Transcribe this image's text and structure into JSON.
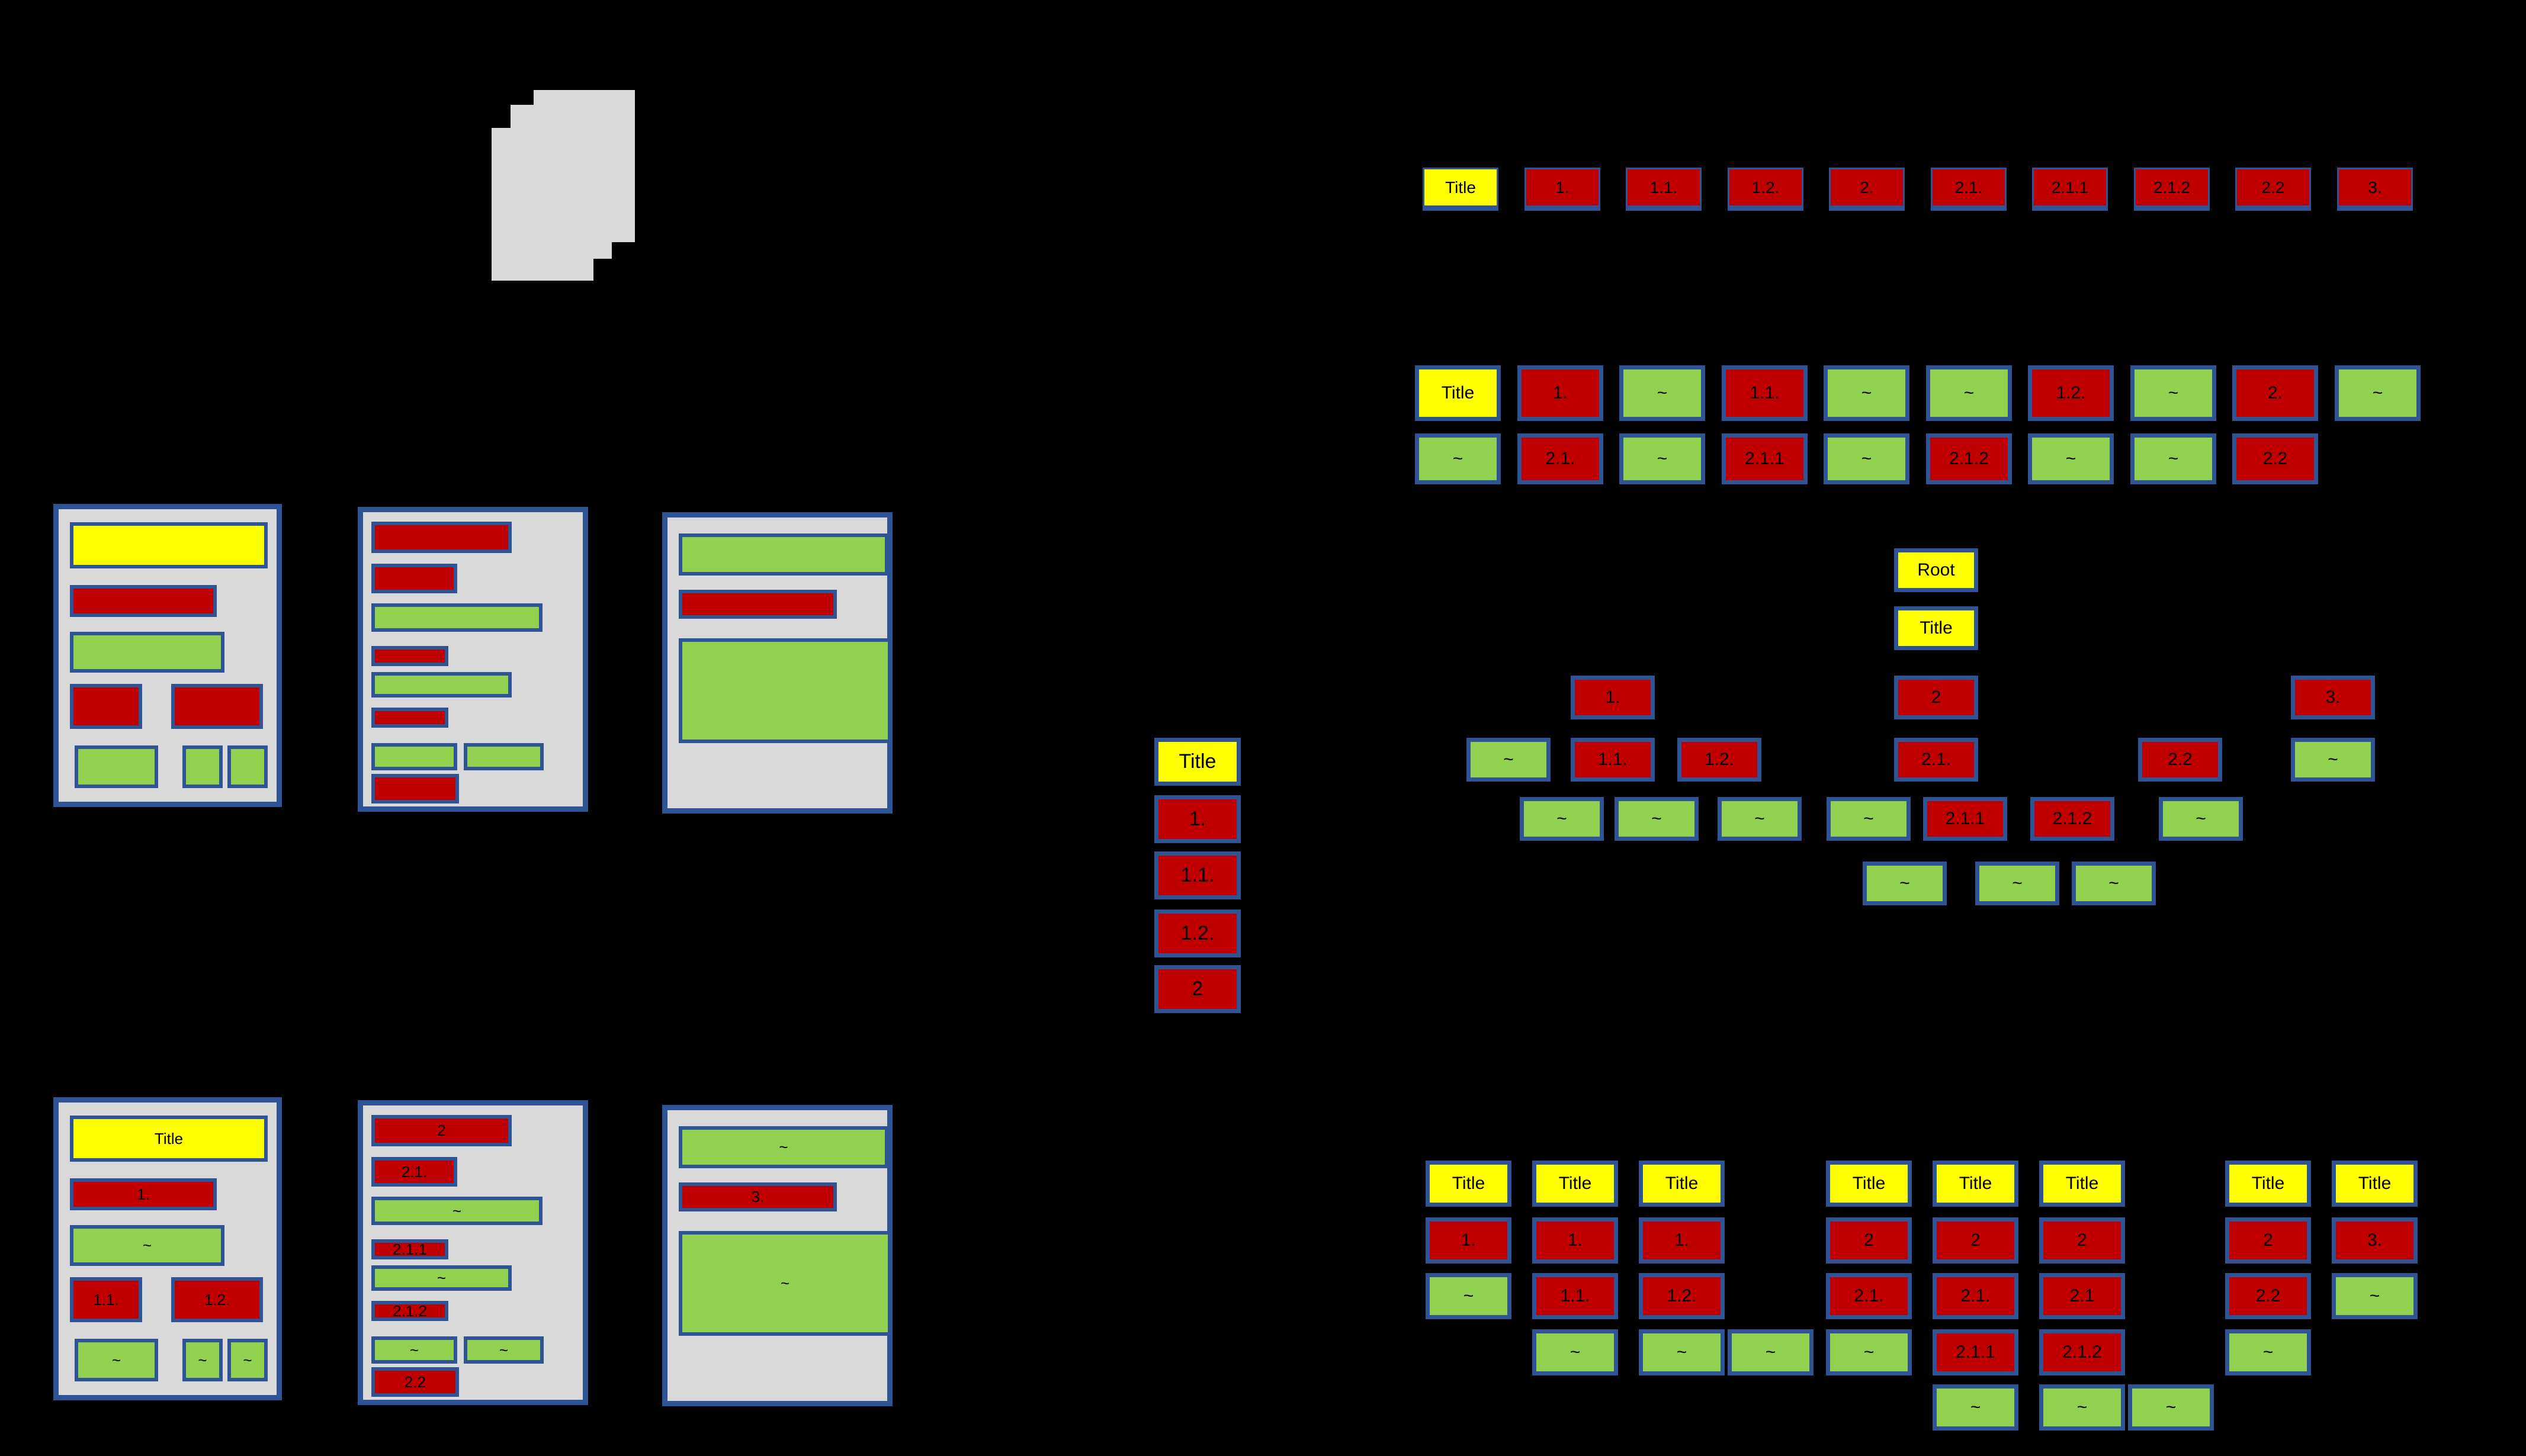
{
  "colors": {
    "background": "#000000",
    "border": "#2F5496",
    "page_fill": "#D9D9D9",
    "title_fill": "#FFFF00",
    "heading_fill": "#C00000",
    "content_fill": "#92D050",
    "text": "#000000"
  },
  "document_stack": {
    "icon": "document-stack-icon",
    "page_count": 3
  },
  "sequence_row": {
    "items": [
      {
        "label": "Title",
        "type": "title"
      },
      {
        "label": "1.",
        "type": "heading"
      },
      {
        "label": "1.1.",
        "type": "heading"
      },
      {
        "label": "1.2.",
        "type": "heading"
      },
      {
        "label": "2.",
        "type": "heading"
      },
      {
        "label": "2.1.",
        "type": "heading"
      },
      {
        "label": "2.1.1",
        "type": "heading"
      },
      {
        "label": "2.1.2",
        "type": "heading"
      },
      {
        "label": "2.2",
        "type": "heading"
      },
      {
        "label": "3.",
        "type": "heading"
      }
    ]
  },
  "wrapped_rows": {
    "rows": [
      {
        "items": [
          {
            "label": "Title",
            "type": "title"
          },
          {
            "label": "1.",
            "type": "heading"
          },
          {
            "label": "~",
            "type": "content"
          },
          {
            "label": "1.1.",
            "type": "heading"
          },
          {
            "label": "~",
            "type": "content"
          },
          {
            "label": "~",
            "type": "content"
          },
          {
            "label": "1.2.",
            "type": "heading"
          },
          {
            "label": "~",
            "type": "content"
          },
          {
            "label": "2.",
            "type": "heading"
          },
          {
            "label": "~",
            "type": "content"
          }
        ]
      },
      {
        "items": [
          {
            "label": "~",
            "type": "content"
          },
          {
            "label": "2.1.",
            "type": "heading"
          },
          {
            "label": "~",
            "type": "content"
          },
          {
            "label": "2.1.1",
            "type": "heading"
          },
          {
            "label": "~",
            "type": "content"
          },
          {
            "label": "2.1.2",
            "type": "heading"
          },
          {
            "label": "~",
            "type": "content"
          },
          {
            "label": "~",
            "type": "content"
          },
          {
            "label": "2.2",
            "type": "heading"
          }
        ]
      }
    ]
  },
  "tree": {
    "levels": [
      {
        "nodes": [
          {
            "label": "Root",
            "type": "title"
          }
        ]
      },
      {
        "nodes": [
          {
            "label": "Title",
            "type": "title"
          }
        ]
      },
      {
        "nodes": [
          {
            "label": "1.",
            "type": "heading"
          },
          {
            "label": "2",
            "type": "heading"
          },
          {
            "label": "3.",
            "type": "heading"
          }
        ]
      },
      {
        "nodes": [
          {
            "label": "~",
            "type": "content"
          },
          {
            "label": "1.1.",
            "type": "heading"
          },
          {
            "label": "1.2.",
            "type": "heading"
          },
          {
            "label": "2.1.",
            "type": "heading"
          },
          {
            "label": "2.2",
            "type": "heading"
          },
          {
            "label": "~",
            "type": "content"
          }
        ]
      },
      {
        "nodes": [
          {
            "label": "~",
            "type": "content"
          },
          {
            "label": "~",
            "type": "content"
          },
          {
            "label": "~",
            "type": "content"
          },
          {
            "label": "~",
            "type": "content"
          },
          {
            "label": "2.1.1",
            "type": "heading"
          },
          {
            "label": "2.1.2",
            "type": "heading"
          },
          {
            "label": "~",
            "type": "content"
          }
        ]
      },
      {
        "nodes": [
          {
            "label": "~",
            "type": "content"
          },
          {
            "label": "~",
            "type": "content"
          },
          {
            "label": "~",
            "type": "content"
          }
        ]
      }
    ]
  },
  "toc_list": {
    "items": [
      {
        "label": "Title",
        "type": "title"
      },
      {
        "label": "1.",
        "type": "heading"
      },
      {
        "label": "1.1.",
        "type": "heading"
      },
      {
        "label": "1.2.",
        "type": "heading"
      },
      {
        "label": "2",
        "type": "heading"
      }
    ]
  },
  "document_pages": {
    "unlabeled": [
      {
        "blocks": [
          {
            "label": "",
            "type": "title"
          },
          {
            "label": "",
            "type": "heading"
          },
          {
            "label": "",
            "type": "content"
          },
          {
            "label": "",
            "type": "heading"
          },
          {
            "label": "",
            "type": "heading"
          },
          {
            "label": "",
            "type": "content"
          },
          {
            "label": "",
            "type": "content"
          },
          {
            "label": "",
            "type": "content"
          }
        ]
      },
      {
        "blocks": [
          {
            "label": "",
            "type": "heading"
          },
          {
            "label": "",
            "type": "heading"
          },
          {
            "label": "",
            "type": "content"
          },
          {
            "label": "",
            "type": "heading"
          },
          {
            "label": "",
            "type": "content"
          },
          {
            "label": "",
            "type": "heading"
          },
          {
            "label": "",
            "type": "content"
          },
          {
            "label": "",
            "type": "content"
          },
          {
            "label": "",
            "type": "heading"
          }
        ]
      },
      {
        "blocks": [
          {
            "label": "",
            "type": "content"
          },
          {
            "label": "",
            "type": "heading"
          },
          {
            "label": "",
            "type": "content"
          }
        ]
      }
    ],
    "labeled": [
      {
        "blocks": [
          {
            "label": "Title",
            "type": "title"
          },
          {
            "label": "1.",
            "type": "heading"
          },
          {
            "label": "~",
            "type": "content"
          },
          {
            "label": "1.1.",
            "type": "heading"
          },
          {
            "label": "1.2.",
            "type": "heading"
          },
          {
            "label": "~",
            "type": "content"
          },
          {
            "label": "~",
            "type": "content"
          },
          {
            "label": "~",
            "type": "content"
          }
        ]
      },
      {
        "blocks": [
          {
            "label": "2",
            "type": "heading"
          },
          {
            "label": "2.1.",
            "type": "heading"
          },
          {
            "label": "~",
            "type": "content"
          },
          {
            "label": "2.1.1",
            "type": "heading"
          },
          {
            "label": "~",
            "type": "content"
          },
          {
            "label": "2.1.2",
            "type": "heading"
          },
          {
            "label": "~",
            "type": "content"
          },
          {
            "label": "~",
            "type": "content"
          },
          {
            "label": "2.2",
            "type": "heading"
          }
        ]
      },
      {
        "blocks": [
          {
            "label": "~",
            "type": "content"
          },
          {
            "label": "3.",
            "type": "heading"
          },
          {
            "label": "~",
            "type": "content"
          }
        ]
      }
    ]
  },
  "chunk_columns": {
    "columns": [
      {
        "cells": [
          {
            "label": "Title",
            "type": "title"
          },
          {
            "label": "1.",
            "type": "heading"
          },
          {
            "label": "~",
            "type": "content"
          }
        ]
      },
      {
        "cells": [
          {
            "label": "Title",
            "type": "title"
          },
          {
            "label": "1.",
            "type": "heading"
          },
          {
            "label": "1.1.",
            "type": "heading"
          },
          {
            "label": "~",
            "type": "content"
          }
        ]
      },
      {
        "cells": [
          {
            "label": "Title",
            "type": "title"
          },
          {
            "label": "1.",
            "type": "heading"
          },
          {
            "label": "1.2.",
            "type": "heading"
          },
          {
            "label": "~",
            "type": "content"
          },
          {
            "label": "~",
            "type": "content",
            "pair": true
          }
        ]
      },
      {
        "cells": [
          {
            "label": "Title",
            "type": "title"
          },
          {
            "label": "2",
            "type": "heading"
          },
          {
            "label": "2.1.",
            "type": "heading"
          },
          {
            "label": "~",
            "type": "content"
          }
        ]
      },
      {
        "cells": [
          {
            "label": "Title",
            "type": "title"
          },
          {
            "label": "2",
            "type": "heading"
          },
          {
            "label": "2.1.",
            "type": "heading"
          },
          {
            "label": "2.1.1",
            "type": "heading"
          },
          {
            "label": "~",
            "type": "content"
          }
        ]
      },
      {
        "cells": [
          {
            "label": "Title",
            "type": "title"
          },
          {
            "label": "2",
            "type": "heading"
          },
          {
            "label": "2.1",
            "type": "heading"
          },
          {
            "label": "2.1.2",
            "type": "heading"
          },
          {
            "label": "~",
            "type": "content"
          },
          {
            "label": "~",
            "type": "content",
            "pair": true
          }
        ]
      },
      {
        "cells": [
          {
            "label": "Title",
            "type": "title"
          },
          {
            "label": "2",
            "type": "heading"
          },
          {
            "label": "2.2",
            "type": "heading"
          },
          {
            "label": "~",
            "type": "content"
          }
        ]
      },
      {
        "cells": [
          {
            "label": "Title",
            "type": "title"
          },
          {
            "label": "3.",
            "type": "heading"
          },
          {
            "label": "~",
            "type": "content"
          }
        ]
      }
    ]
  }
}
